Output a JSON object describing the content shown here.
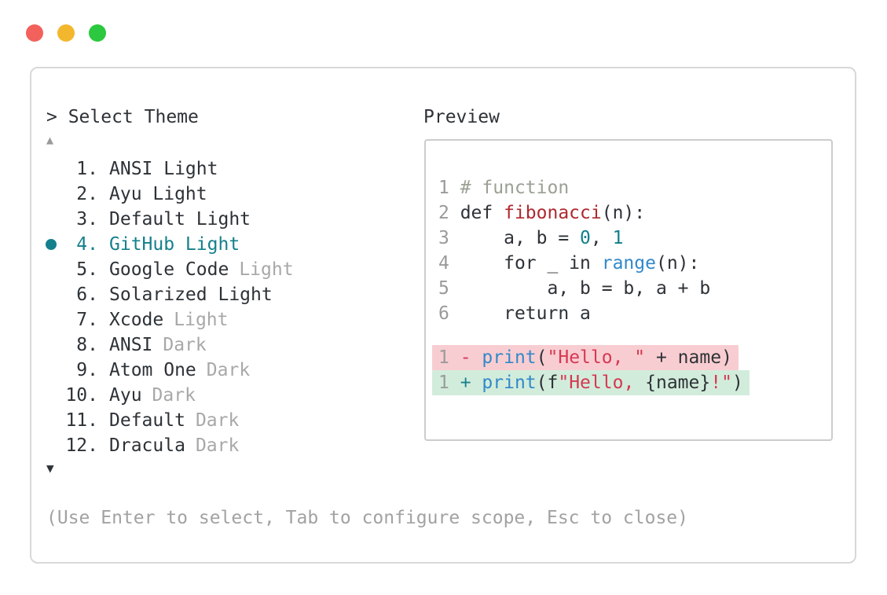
{
  "colors": {
    "accent_teal": "#15808b",
    "text_dark": "#2d3237",
    "dim_gray": "#a2a2a2",
    "comment": "#9aa194",
    "function_red": "#b0282e",
    "number_teal": "#0f7f8b",
    "builtin_blue": "#3289c9",
    "string_red": "#d63852",
    "diff_removed_bg": "#f8cdd1",
    "diff_added_bg": "#d2ecdb",
    "window_border": "#d8d8d8"
  },
  "traffic_lights": [
    {
      "name": "close",
      "color": "#f2615c"
    },
    {
      "name": "minimize",
      "color": "#f3b72e"
    },
    {
      "name": "zoom",
      "color": "#2bc840"
    }
  ],
  "header": {
    "prompt_title": "> Select Theme",
    "preview_label": "Preview"
  },
  "theme_list": {
    "up_arrow": "▲",
    "down_arrow": "▼",
    "items": [
      {
        "number": "1.",
        "name": "ANSI Light",
        "suffix": "",
        "selected": false
      },
      {
        "number": "2.",
        "name": "Ayu Light",
        "suffix": "",
        "selected": false
      },
      {
        "number": "3.",
        "name": "Default Light",
        "suffix": "",
        "selected": false
      },
      {
        "number": "4.",
        "name": "GitHub Light",
        "suffix": "",
        "selected": true
      },
      {
        "number": "5.",
        "name": "Google Code",
        "suffix": "Light",
        "selected": false
      },
      {
        "number": "6.",
        "name": "Solarized Light",
        "suffix": "",
        "selected": false
      },
      {
        "number": "7.",
        "name": "Xcode",
        "suffix": "Light",
        "selected": false
      },
      {
        "number": "8.",
        "name": "ANSI",
        "suffix": "Dark",
        "selected": false
      },
      {
        "number": "9.",
        "name": "Atom One",
        "suffix": "Dark",
        "selected": false
      },
      {
        "number": "10.",
        "name": "Ayu",
        "suffix": "Dark",
        "selected": false
      },
      {
        "number": "11.",
        "name": "Default",
        "suffix": "Dark",
        "selected": false
      },
      {
        "number": "12.",
        "name": "Dracula",
        "suffix": "Dark",
        "selected": false
      }
    ]
  },
  "preview": {
    "code_lines": [
      {
        "num": "1",
        "segments": [
          {
            "t": "# function",
            "c": "comment"
          }
        ]
      },
      {
        "num": "2",
        "segments": [
          {
            "t": "def ",
            "c": "plain"
          },
          {
            "t": "fibonacci",
            "c": "func"
          },
          {
            "t": "(n):",
            "c": "plain"
          }
        ]
      },
      {
        "num": "3",
        "segments": [
          {
            "t": "    a, b = ",
            "c": "plain"
          },
          {
            "t": "0",
            "c": "number"
          },
          {
            "t": ", ",
            "c": "plain"
          },
          {
            "t": "1",
            "c": "number"
          }
        ]
      },
      {
        "num": "4",
        "segments": [
          {
            "t": "    for _ in ",
            "c": "plain"
          },
          {
            "t": "range",
            "c": "builtin"
          },
          {
            "t": "(n):",
            "c": "plain"
          }
        ]
      },
      {
        "num": "5",
        "segments": [
          {
            "t": "        a, b = b, a + b",
            "c": "plain"
          }
        ]
      },
      {
        "num": "6",
        "segments": [
          {
            "t": "    return a",
            "c": "plain"
          }
        ]
      }
    ],
    "diff_lines": [
      {
        "num": "1",
        "kind": "removed",
        "sign": "-",
        "segments": [
          {
            "t": "print",
            "c": "builtin"
          },
          {
            "t": "(",
            "c": "plain"
          },
          {
            "t": "\"Hello, \"",
            "c": "string"
          },
          {
            "t": " + name)",
            "c": "plain"
          }
        ]
      },
      {
        "num": "1",
        "kind": "added",
        "sign": "+",
        "segments": [
          {
            "t": "print",
            "c": "builtin"
          },
          {
            "t": "(f",
            "c": "plain"
          },
          {
            "t": "\"Hello, ",
            "c": "string"
          },
          {
            "t": "{name}",
            "c": "plain"
          },
          {
            "t": "!\"",
            "c": "string"
          },
          {
            "t": ")",
            "c": "plain"
          }
        ]
      }
    ]
  },
  "help_text": "(Use Enter to select, Tab to configure scope, Esc to close)"
}
